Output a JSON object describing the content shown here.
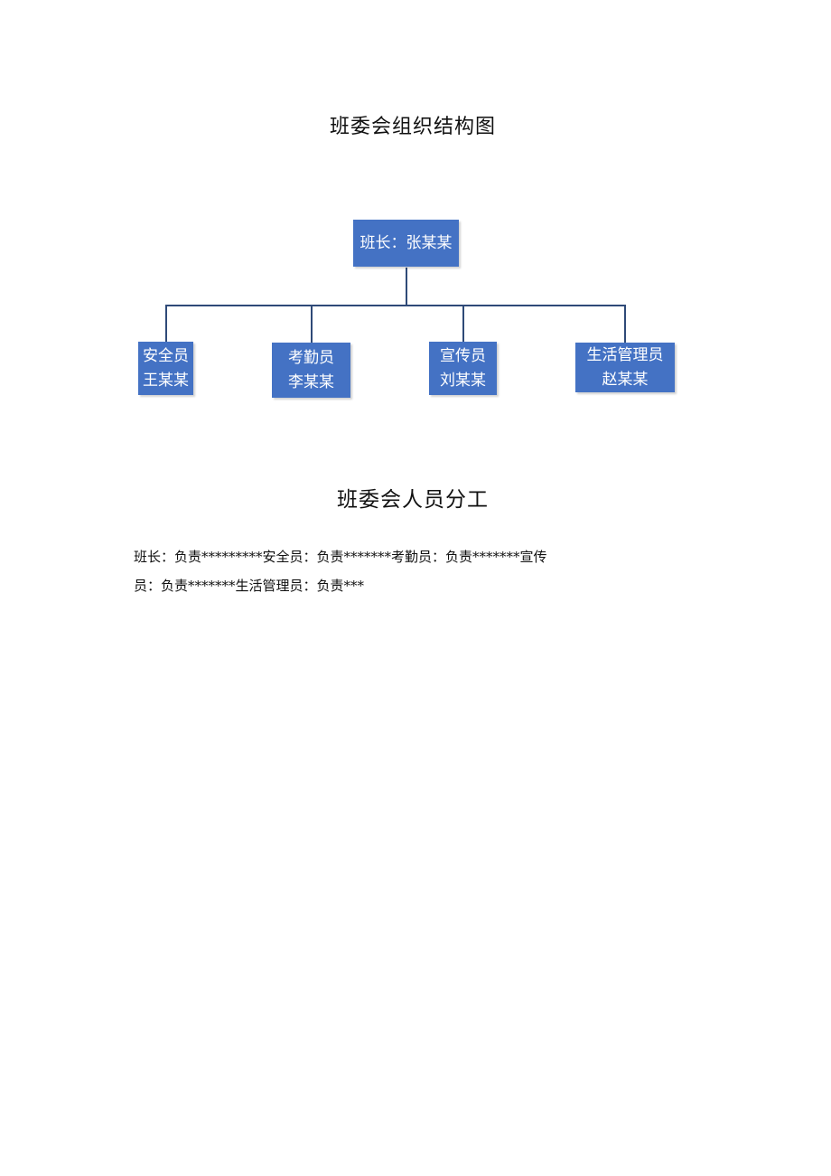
{
  "title": "班委会组织结构图",
  "org_chart": {
    "root": "班长：张某某",
    "members": [
      {
        "role": "安全员",
        "name": "王某某"
      },
      {
        "role": "考勤员",
        "name": "李某某"
      },
      {
        "role": "宣传员",
        "name": "刘某某"
      },
      {
        "role": "生活管理员",
        "name": "赵某某"
      }
    ]
  },
  "section_title": "班委会人员分工",
  "duties_text": "班长：负责*********安全员：负责*******考勤员：负责*******宣传员：负责*******生活管理员：负责***"
}
